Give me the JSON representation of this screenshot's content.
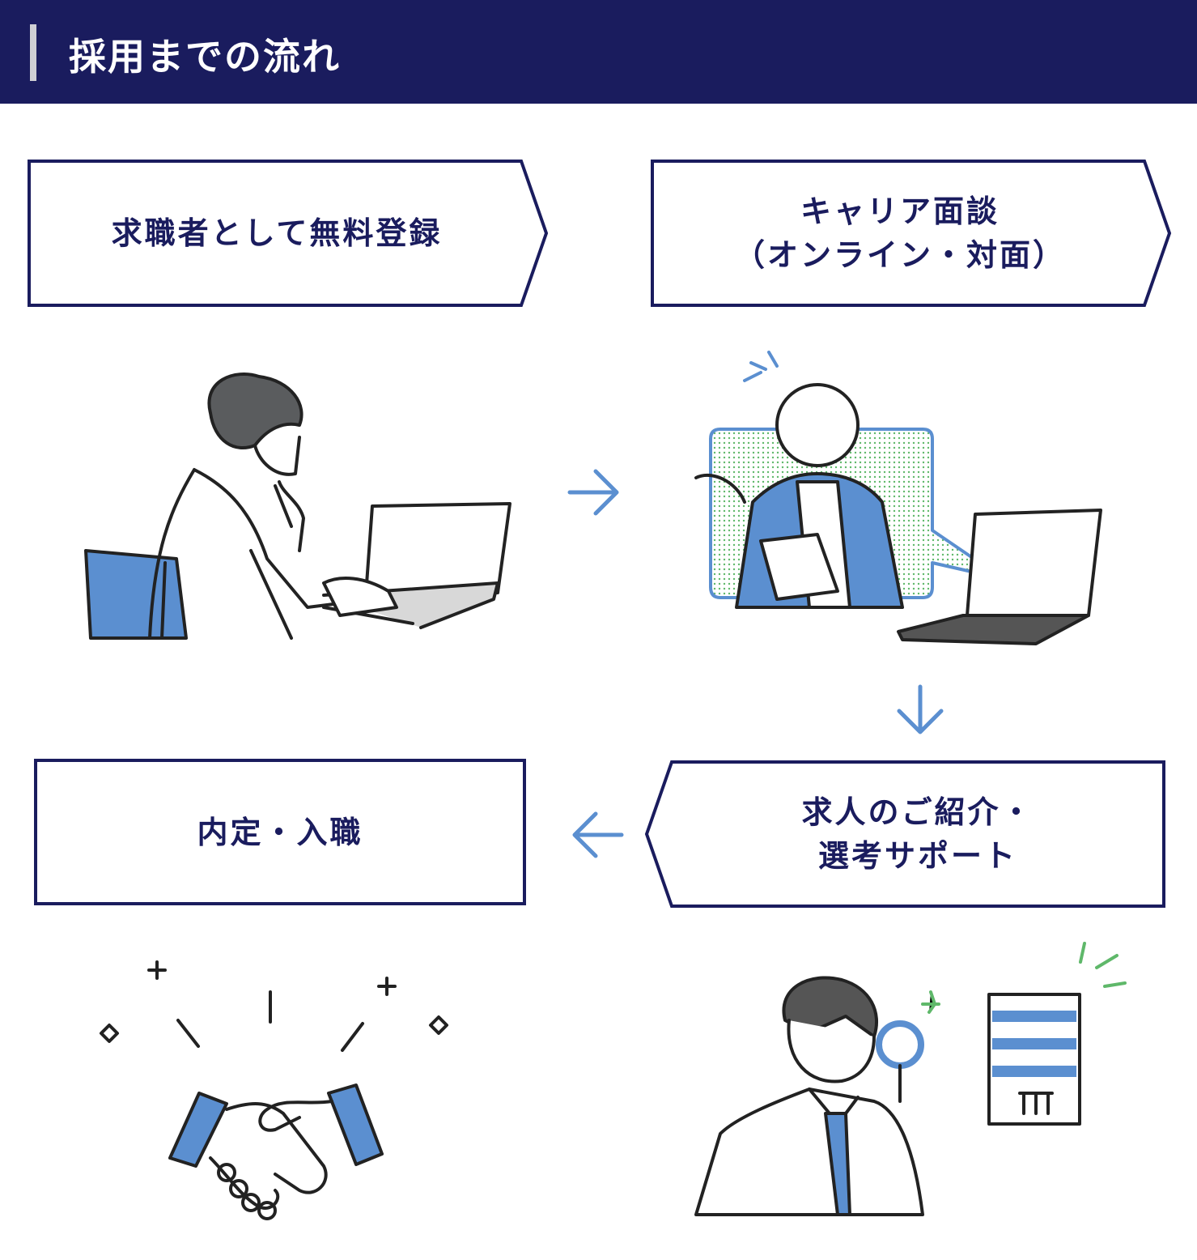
{
  "header": {
    "title": "採用までの流れ"
  },
  "steps": [
    {
      "lines": [
        "求職者として無料登録"
      ]
    },
    {
      "lines": [
        "キャリア面談",
        "（オンライン・対面）"
      ]
    },
    {
      "lines": [
        "求人のご紹介・",
        "選考サポート"
      ]
    },
    {
      "lines": [
        "内定・入職"
      ]
    }
  ],
  "colors": {
    "navy": "#1a1c5e",
    "accent_blue": "#5b8fd0",
    "green": "#5fb86a",
    "gray_bar": "#cfcfd4"
  }
}
